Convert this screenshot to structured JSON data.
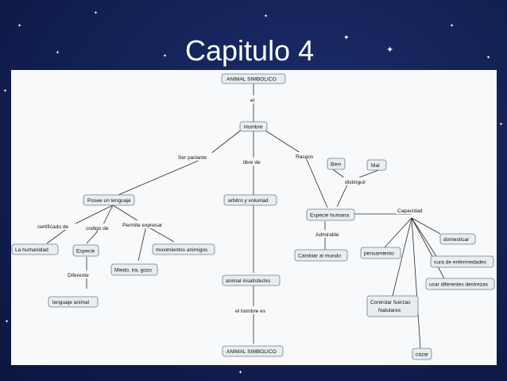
{
  "slide": {
    "title": "Capitulo 4"
  },
  "concept_map": {
    "nodes": {
      "animal_simbolico_top": "ANIMAL SIMBOLICO",
      "hombre": "Hombre",
      "posee_lenguaje": "Posee un lenguaje",
      "arbitro_voluntad": "arbitro y voluntad",
      "especie_humana": "Especie humana",
      "bien": "Bien",
      "mal": "Mal",
      "la_humanidad": "La humanidad",
      "especie": "Especie",
      "movimientos_animicos": "movimientos animigos",
      "miedo_ira_gozo": "Miedo, ira, gozo",
      "lenguaje_animal": "lenguaje animal",
      "animal_insatisfecho": "animal insatisfecho",
      "animal_simbolico_bottom": "ANIMAL SIMBOLICO",
      "cambiar_mundo": "Cambiar al mundo",
      "pensamiento": "pensamiento",
      "domesticar": "domesticar",
      "cura_enfermedades": "cura de enfermedades",
      "usar_destrezas": "usar diferentes destrezas",
      "controlar_fuerzas_1": "Controlar fuerzas",
      "controlar_fuerzas_2": "Natulares",
      "cazar": "cazar"
    },
    "links": {
      "el": "el",
      "ser_parlante": "Ser parlante",
      "libre_de": "libre de",
      "rasgos": "Rasgos",
      "certificado_de": "certificado de",
      "codigo_de": "codigo de",
      "permite_expresar": "Permite expresar",
      "diferente": "Diferente",
      "el_hombre_es": "el hombre es",
      "distinguir": "distinguir",
      "capacidad": "Capacidad",
      "admirable": "Admirable"
    }
  }
}
